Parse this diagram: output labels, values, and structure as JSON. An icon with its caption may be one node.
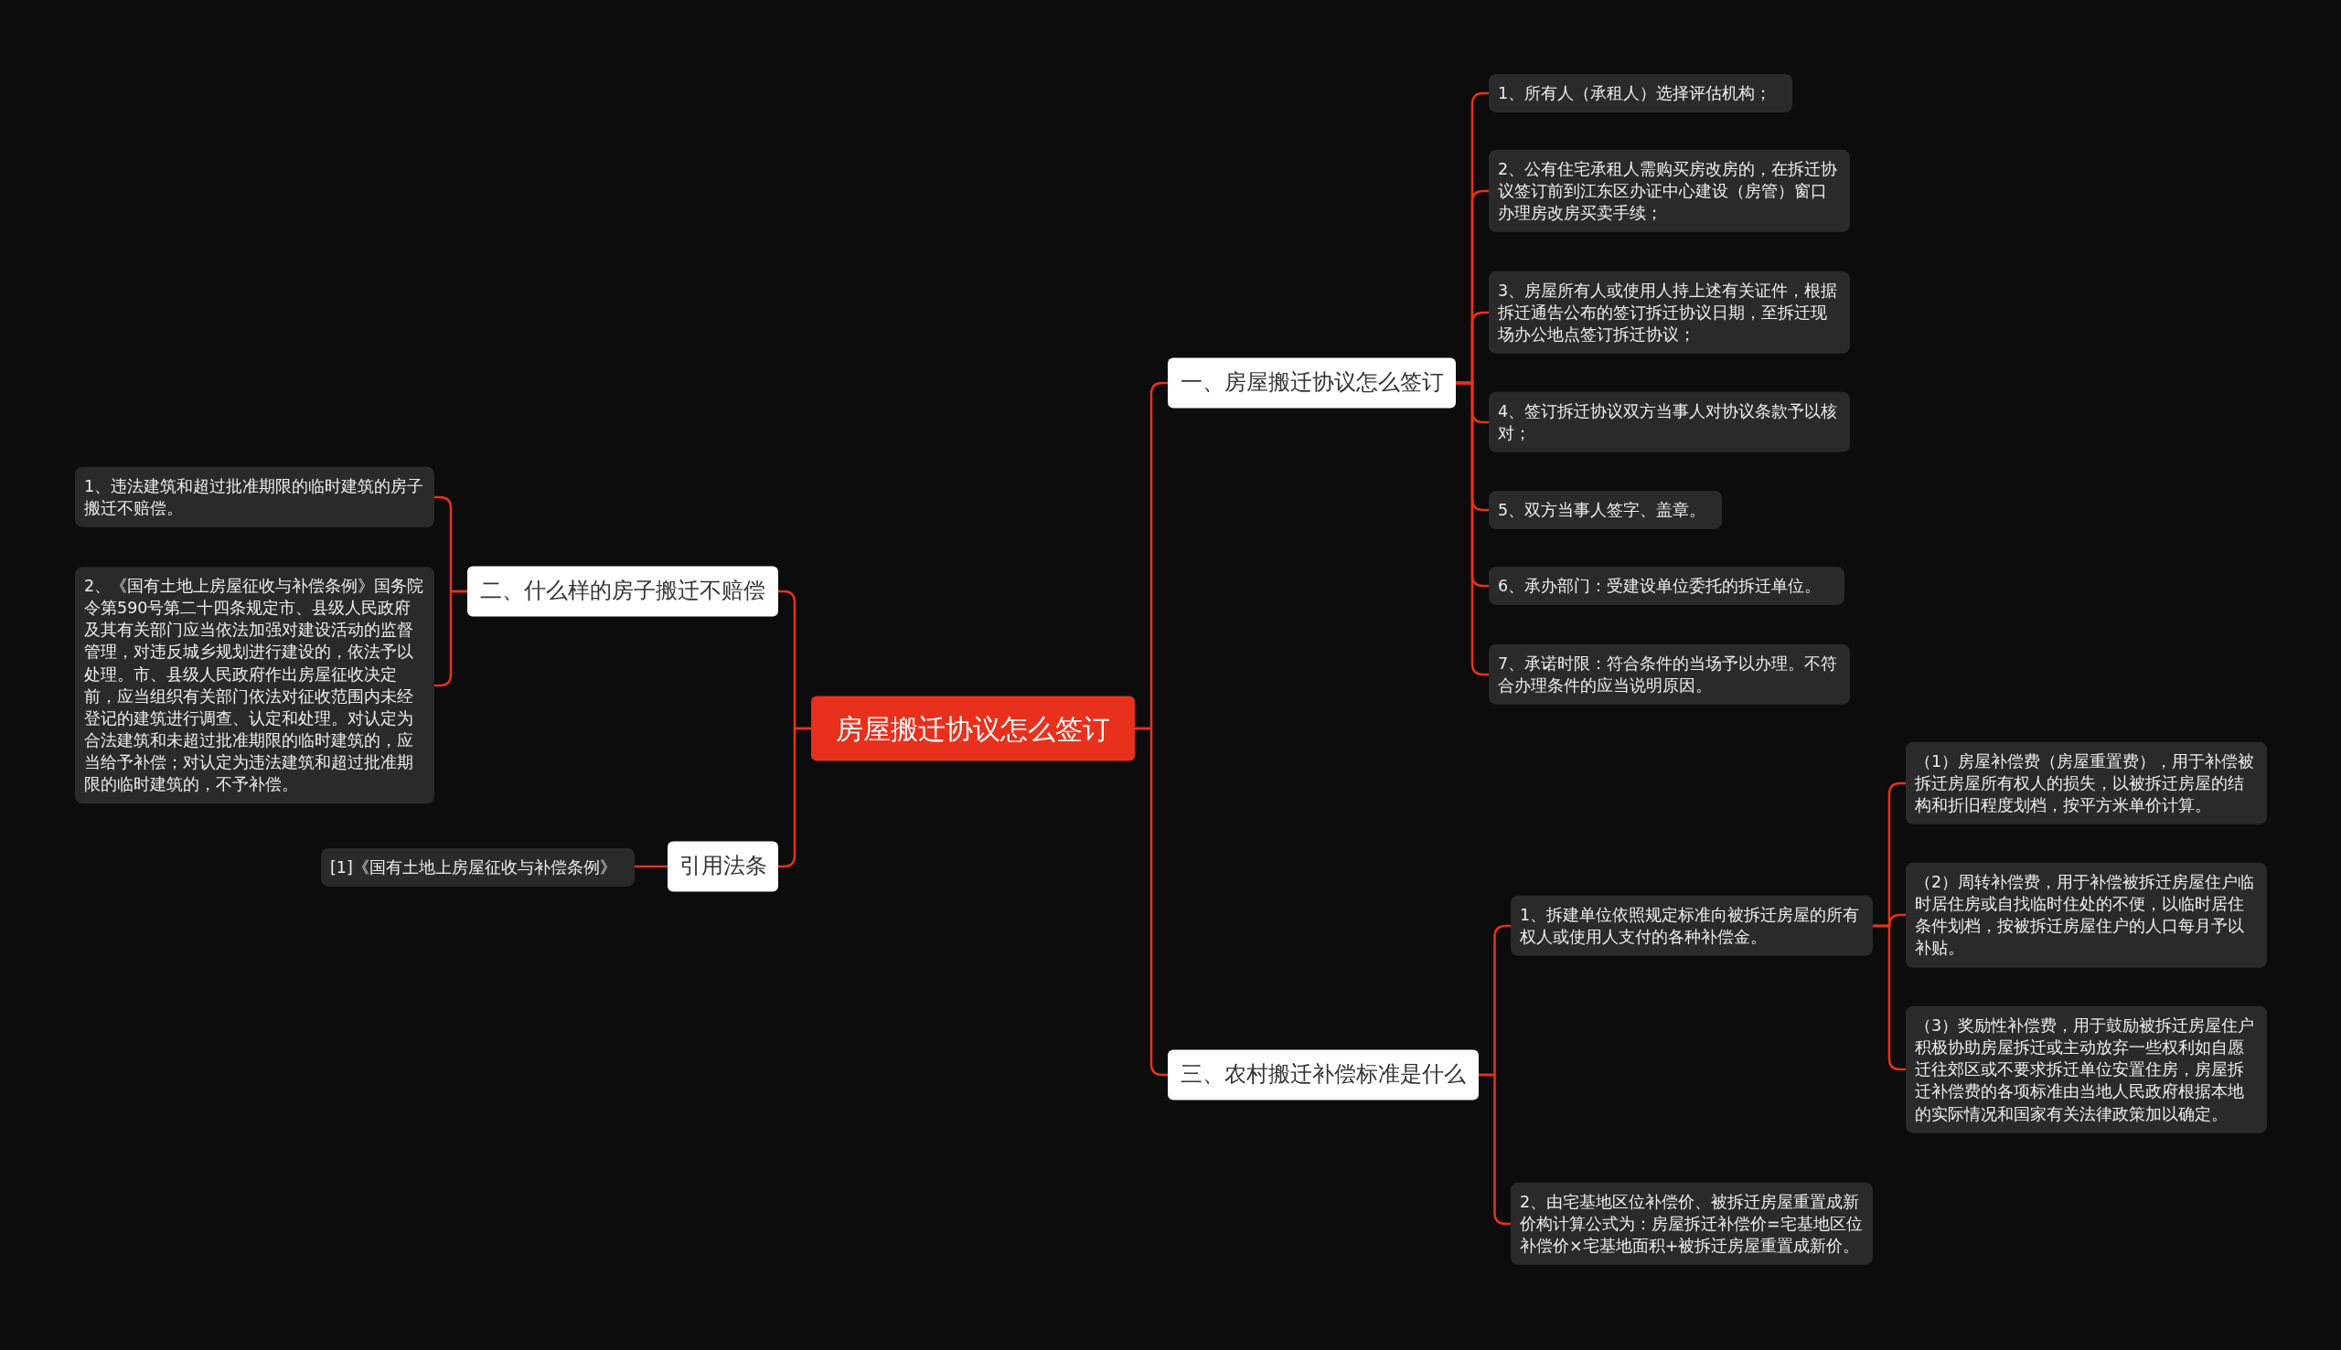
{
  "diagram": {
    "nodes": [
      {
        "text": [
          "房屋搬迁协议怎么签订"
        ]
      },
      {
        "text": [
          "一、房屋搬迁协议怎么签订"
        ]
      },
      {
        "text": [
          "1、所有人（承租人）选择评估机构；"
        ]
      },
      {
        "text": [
          "2、公有住宅承租人需购买房改房的，在拆迁协议签订前到江东区办证中心建设（房管）窗口办理房改房买卖手续；"
        ]
      },
      {
        "text": [
          "3、房屋所有人或使用人持上述有关证件，根据拆迁通告公布的签订拆迁协议日期，至拆迁现场办公地点签订拆迁协议；"
        ]
      },
      {
        "text": [
          "4、签订拆迁协议双方当事人对协议条款予以核对；"
        ]
      },
      {
        "text": [
          "5、双方当事人签字、盖章。"
        ]
      },
      {
        "text": [
          "6、承办部门：受建设单位委托的拆迁单位。"
        ]
      },
      {
        "text": [
          "7、承诺时限：符合条件的当场予以办理。不符合办理条件的应当说明原因。"
        ]
      },
      {
        "text": [
          "三、农村搬迁补偿标准是什么"
        ]
      },
      {
        "text": [
          "1、拆建单位依照规定标准向被拆迁房屋的所有权人或使用人支付的各种补偿金。"
        ]
      },
      {
        "text": [
          "（1）房屋补偿费（房屋重置费），用于补偿被拆迁房屋所有权人的损失，以被拆迁房屋的结构和折旧程度划档，按平方米单价计算。"
        ]
      },
      {
        "text": [
          "（2）周转补偿费，用于补偿被拆迁房屋住户临时居住房或自找临时住处的不便，以临时居住条件划档，按被拆迁房屋住户的人口每月予以补贴。"
        ]
      },
      {
        "text": [
          "（3）奖励性补偿费，用于鼓励被拆迁房屋住户积极协助房屋拆迁或主动放弃一些权利如自愿迁往郊区或不要求拆迁单位安置住房，房屋拆迁补偿费的各项标准由当地人民政府根据本地的实际情况和国家有关法律政策加以确定。"
        ]
      },
      {
        "text": [
          "2、由宅基地区位补偿价、被拆迁房屋重置成新价构计算公式为：房屋拆迁补偿价=宅基地区位补偿价×宅基地面积+被拆迁房屋重置成新价。"
        ]
      },
      {
        "text": [
          "二、什么样的房子搬迁不赔偿"
        ]
      },
      {
        "text": [
          "1、违法建筑和超过批准期限的临时建筑的房子搬迁不赔偿。"
        ]
      },
      {
        "text": [
          "2、《国有土地上房屋征收与补偿条例》国务院令第590号第二十四条规定市、县级人民政府及其有关部门应当依法加强对建设活动的监督管理，对违反城乡规划进行建设的，依法予以处理。市、县级人民政府作出房屋征收决定前，应当组织有关部门依法对征收范围内未经登记的建筑进行调查、认定和处理。对认定为合法建筑和未超过批准期限的临时建筑的，应当给予补偿；对认定为违法建筑和超过批准期限的临时建筑的，不予补偿。"
        ]
      },
      {
        "text": [
          "引用法条"
        ]
      },
      {
        "text": [
          "[1]《国有土地上房屋征收与补偿条例》"
        ]
      }
    ],
    "edges": [
      {
        "from": 0,
        "to": 1,
        "arrow": "none"
      },
      {
        "from": 1,
        "to": 2,
        "arrow": "none"
      },
      {
        "from": 1,
        "to": 3,
        "arrow": "none"
      },
      {
        "from": 1,
        "to": 4,
        "arrow": "none"
      },
      {
        "from": 1,
        "to": 5,
        "arrow": "none"
      },
      {
        "from": 1,
        "to": 6,
        "arrow": "none"
      },
      {
        "from": 1,
        "to": 7,
        "arrow": "none"
      },
      {
        "from": 1,
        "to": 8,
        "arrow": "none"
      },
      {
        "from": 0,
        "to": 9,
        "arrow": "none"
      },
      {
        "from": 9,
        "to": 10,
        "arrow": "none"
      },
      {
        "from": 10,
        "to": 11,
        "arrow": "none"
      },
      {
        "from": 10,
        "to": 12,
        "arrow": "none"
      },
      {
        "from": 10,
        "to": 13,
        "arrow": "none"
      },
      {
        "from": 9,
        "to": 14,
        "arrow": "none"
      },
      {
        "from": 0,
        "to": 15,
        "arrow": "none"
      },
      {
        "from": 15,
        "to": 16,
        "arrow": "none"
      },
      {
        "from": 15,
        "to": 17,
        "arrow": "none"
      },
      {
        "from": 0,
        "to": 18,
        "arrow": "none"
      },
      {
        "from": 18,
        "to": 19,
        "arrow": "none"
      }
    ]
  }
}
